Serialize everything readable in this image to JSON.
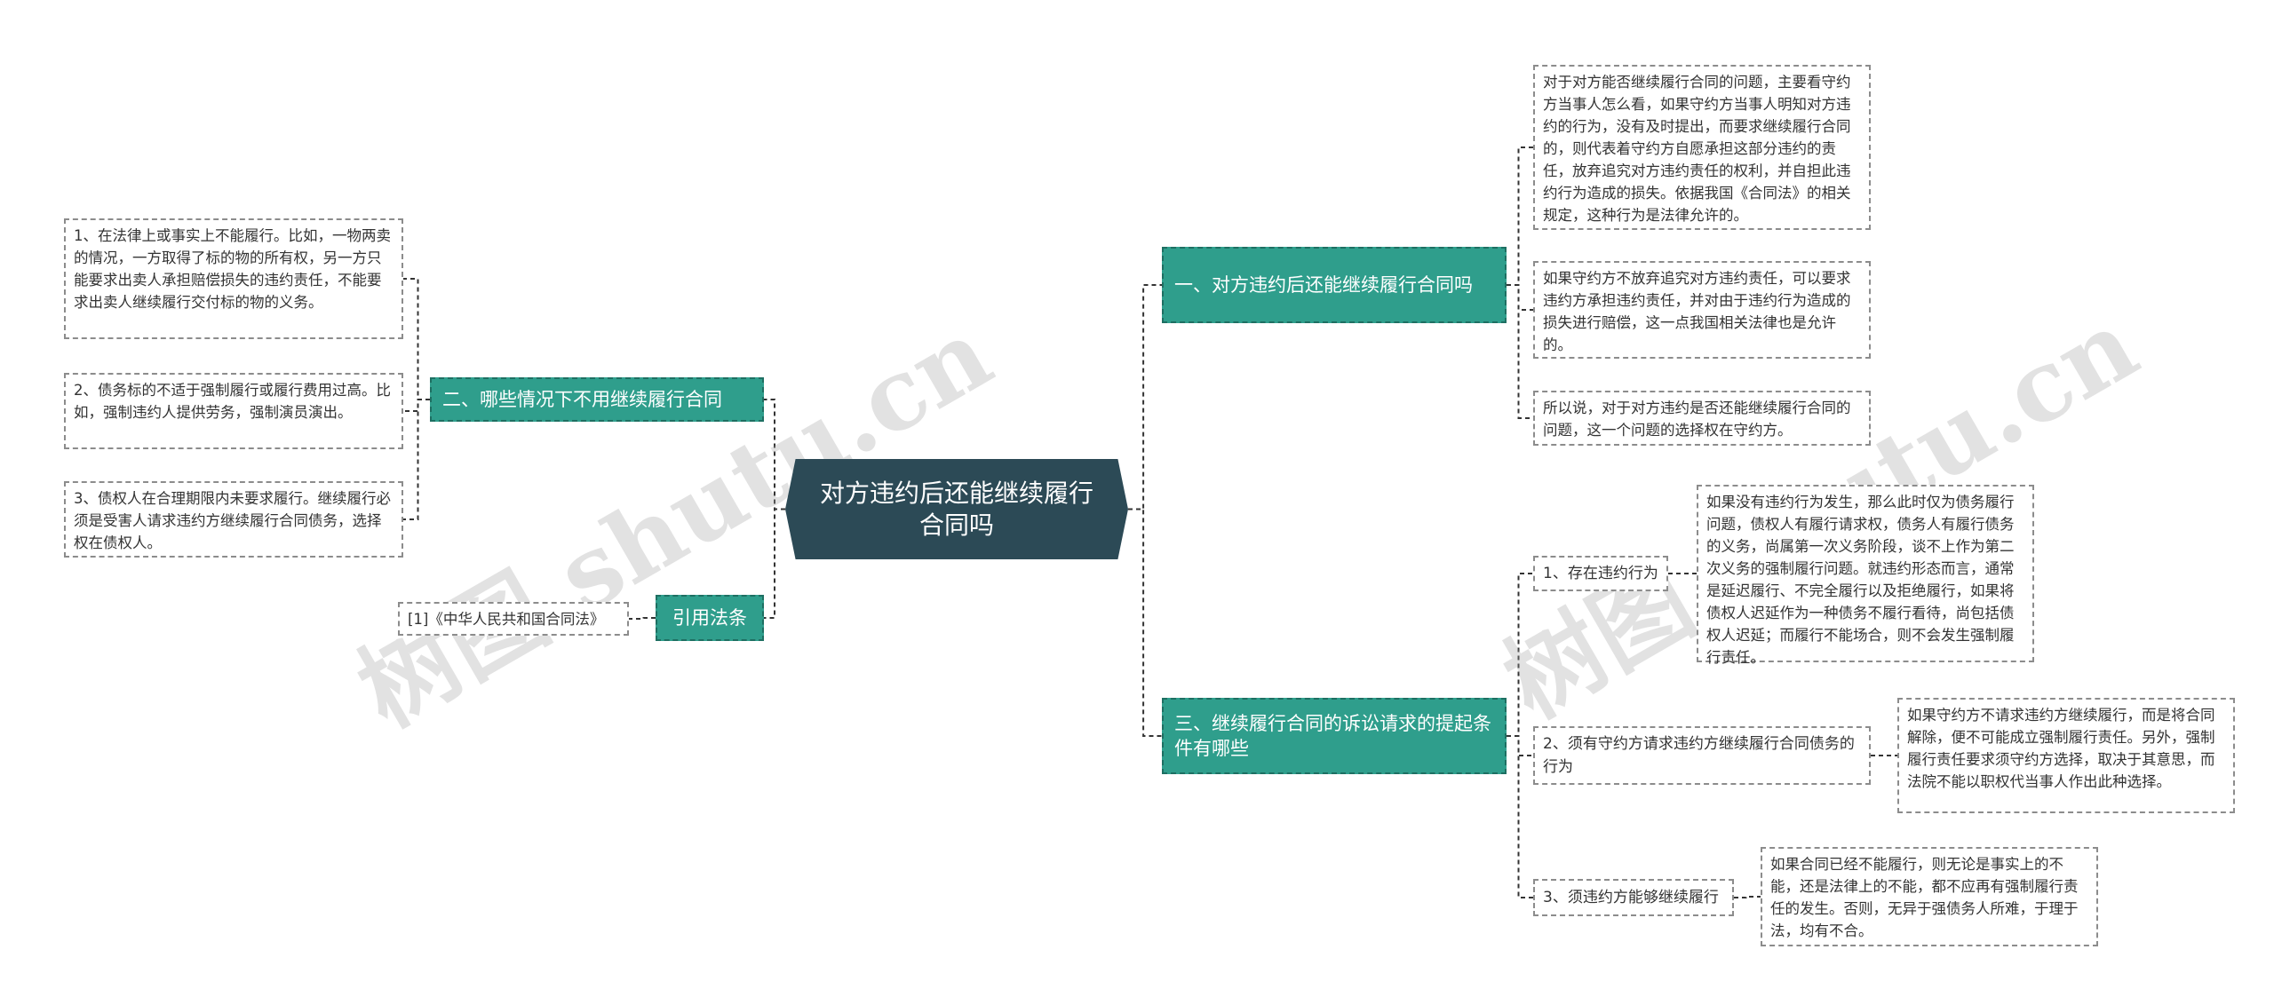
{
  "root": {
    "title": "对方违约后还能继续履行合同吗"
  },
  "watermark": "树图 shutu.cn",
  "branches": {
    "b1": {
      "label": "一、对方违约后还能继续履行合同吗",
      "leaves": [
        "对于对方能否继续履行合同的问题，主要看守约方当事人怎么看，如果守约方当事人明知对方违约的行为，没有及时提出，而要求继续履行合同的，则代表着守约方自愿承担这部分违约的责任，放弃追究对方违约责任的权利，并自担此违约行为造成的损失。依据我国《合同法》的相关规定，这种行为是法律允许的。",
        "如果守约方不放弃追究对方违约责任，可以要求违约方承担违约责任，并对由于违约行为造成的损失进行赔偿，这一点我国相关法律也是允许的。",
        "所以说，对于对方违约是否还能继续履行合同的问题，这一个问题的选择权在守约方。"
      ]
    },
    "b2": {
      "label": "二、哪些情况下不用继续履行合同",
      "leaves": [
        "1、在法律上或事实上不能履行。比如，一物两卖的情况，一方取得了标的物的所有权，另一方只能要求出卖人承担赔偿损失的违约责任，不能要求出卖人继续履行交付标的物的义务。",
        "2、债务标的不适于强制履行或履行费用过高。比如，强制违约人提供劳务，强制演员演出。",
        "3、债权人在合理期限内未要求履行。继续履行必须是受害人请求违约方继续履行合同债务，选择权在债权人。"
      ]
    },
    "b3": {
      "label": "三、继续履行合同的诉讼请求的提起条件有哪些",
      "subs": [
        {
          "label": "1、存在违约行为",
          "detail": "如果没有违约行为发生，那么此时仅为债务履行问题，债权人有履行请求权，债务人有履行债务的义务，尚属第一次义务阶段，谈不上作为第二次义务的强制履行问题。就违约形态而言，通常是延迟履行、不完全履行以及拒绝履行，如果将债权人迟延作为一种债务不履行看待，尚包括债权人迟延；而履行不能场合，则不会发生强制履行责任。"
        },
        {
          "label": "2、须有守约方请求违约方继续履行合同债务的行为",
          "detail": "如果守约方不请求违约方继续履行，而是将合同解除，便不可能成立强制履行责任。另外，强制履行责任要求须守约方选择，取决于其意思，而法院不能以职权代当事人作出此种选择。"
        },
        {
          "label": "3、须违约方能够继续履行",
          "detail": "如果合同已经不能履行，则无论是事实上的不能，还是法律上的不能，都不应再有强制履行责任的发生。否则，无异于强债务人所难，于理于法，均有不合。"
        }
      ]
    },
    "b4": {
      "label": "引用法条",
      "leaves": [
        "[1]《中华人民共和国合同法》"
      ]
    }
  },
  "colors": {
    "root": "#2c4a56",
    "branch": "#2f9e8c",
    "connector": "#333333",
    "watermark": "#a0a0a0"
  }
}
